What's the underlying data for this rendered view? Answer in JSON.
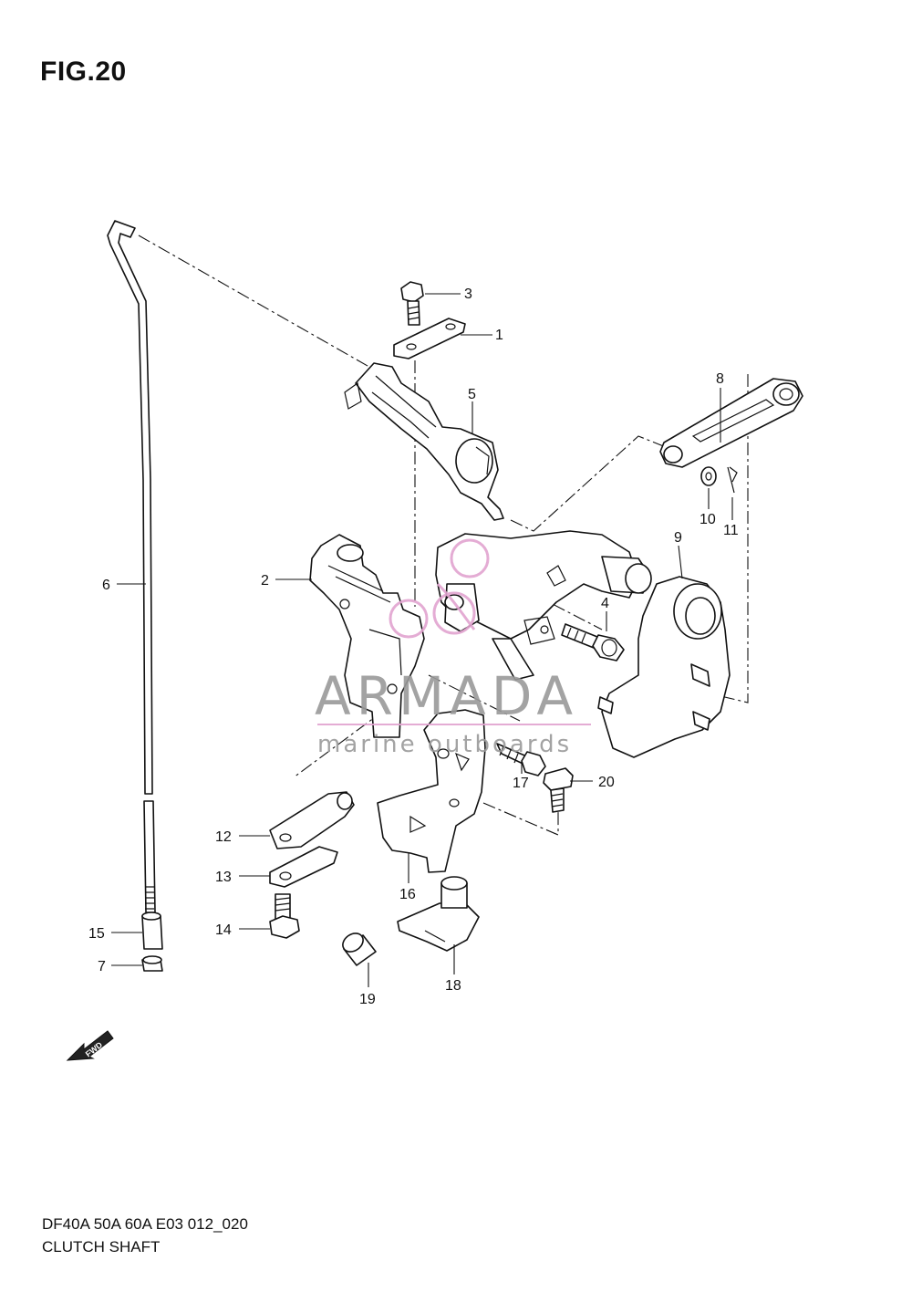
{
  "figure_title": "FIG.20",
  "footer": {
    "model": "DF40A 50A 60A E03 012_020",
    "name": "CLUTCH SHAFT"
  },
  "watermark": {
    "brand": "ARMADA",
    "tagline": "marine outboards",
    "accent_color": "#e2a4d0",
    "text_color": "#9a9a9a"
  },
  "direction_marker": "FWD",
  "callouts": [
    "1",
    "2",
    "3",
    "4",
    "5",
    "6",
    "7",
    "8",
    "9",
    "10",
    "11",
    "12",
    "13",
    "14",
    "15",
    "16",
    "17",
    "18",
    "19",
    "20"
  ]
}
